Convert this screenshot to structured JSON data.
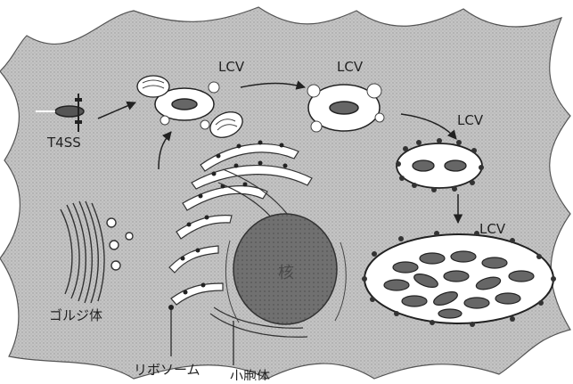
{
  "labels": {
    "lcv_1": "LCV",
    "lcv_2": "LCV",
    "lcv_3": "LCV",
    "lcv_4": "LCV",
    "t4ss": "T4SS",
    "golgi": "ゴルジ体",
    "nucleus": "核",
    "ribosome": "リボソーム",
    "er": "小胞体"
  },
  "colors": {
    "cytoplasm": "#bdbdbd",
    "nucleus": "#6e6e6e",
    "outline": "#222222",
    "vacuole": "#ffffff"
  }
}
